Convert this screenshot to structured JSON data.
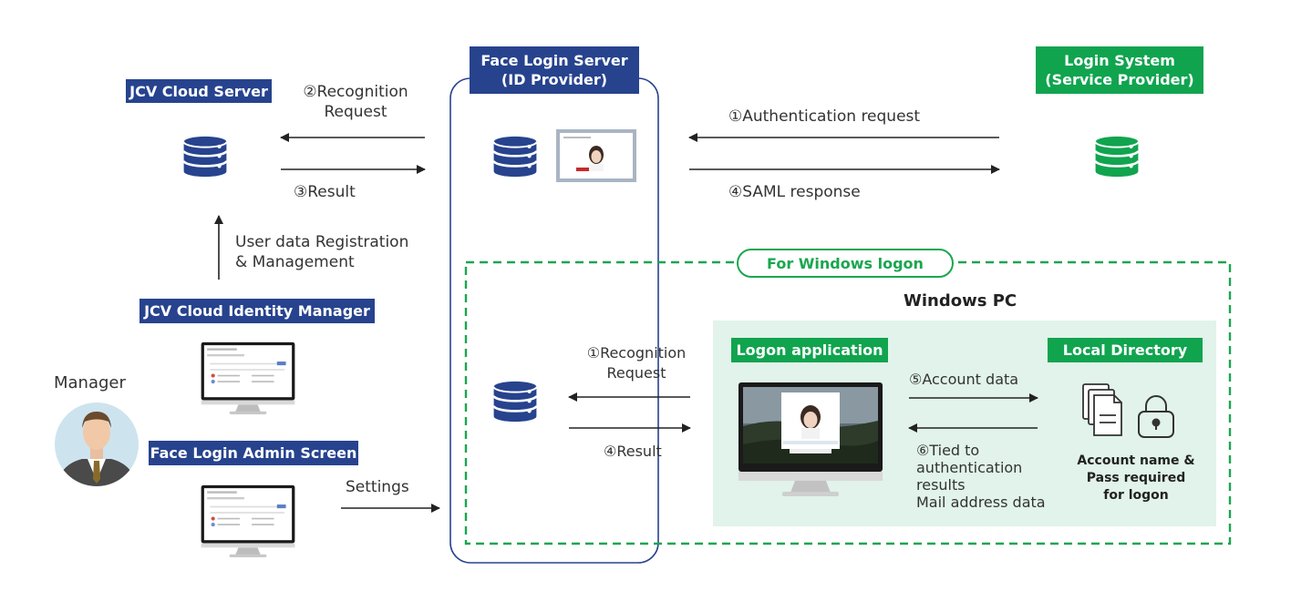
{
  "labels": {
    "jcv_cloud_server": "JCV Cloud Server",
    "face_login_server_1": "Face Login Server",
    "face_login_server_2": "(ID Provider)",
    "login_system_1": "Login System",
    "login_system_2": "(Service Provider)",
    "jcv_identity_manager": "JCV Cloud Identity Manager",
    "face_login_admin": "Face Login Admin Screen",
    "manager": "Manager",
    "for_windows_logon": "For Windows logon",
    "windows_pc": "Windows PC",
    "logon_application": "Logon application",
    "local_directory": "Local Directory",
    "account_name_1": "Account name &",
    "account_name_2": "Pass required",
    "account_name_3": "for logon"
  },
  "arrows": {
    "recognition_request_1": "②Recognition",
    "recognition_request_2": "Request",
    "result_top": "③Result",
    "auth_request": "①Authentication request",
    "saml_response": "④SAML response",
    "user_data_1": "User data Registration",
    "user_data_2": "& Management",
    "settings": "Settings",
    "win_recognition_1": "①Recognition",
    "win_recognition_2": "Request",
    "win_result": "④Result",
    "account_data": "⑤Account data",
    "tied_1": "⑥Tied to",
    "tied_2": "authentication",
    "tied_3": "results",
    "tied_4": "Mail address data"
  },
  "colors": {
    "blue": "#27438e",
    "green": "#10a44f",
    "light_green": "#e1f3ea",
    "dashed_green": "#1aa64f"
  }
}
